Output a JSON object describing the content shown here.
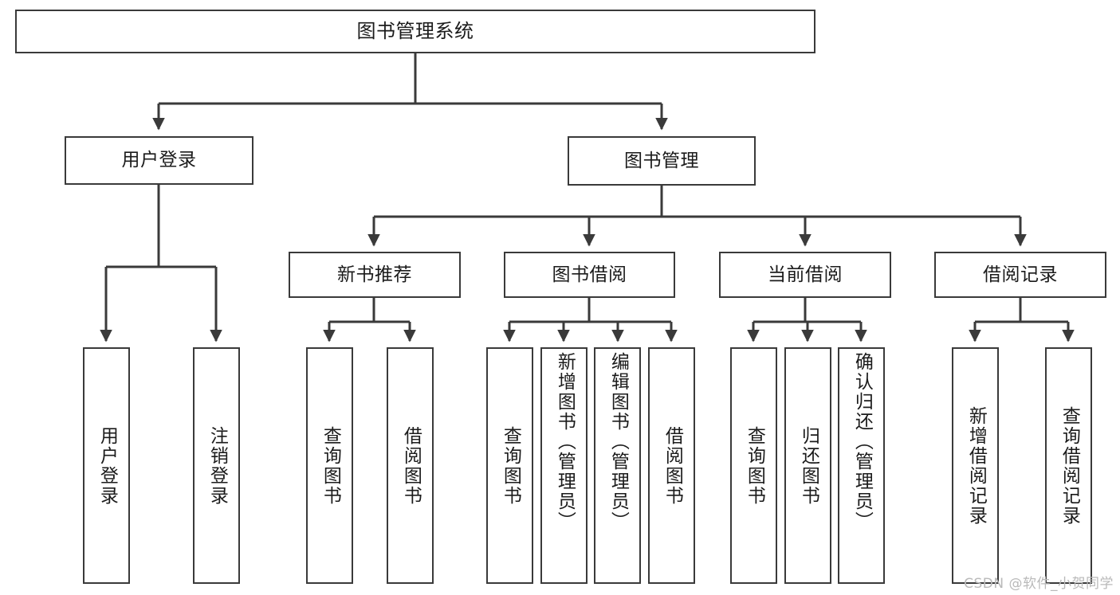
{
  "diagram": {
    "title": "图书管理系统",
    "type": "function-structure-tree",
    "watermark": "CSDN @软件_小贺同学",
    "line_color": "#3a3a3a",
    "box_fill": "#ffffff",
    "text_color": "#1b1b1b",
    "watermark_color": "#b9b9b9",
    "levels": {
      "level0": [
        {
          "id": "root",
          "label": "图书管理系统"
        }
      ],
      "level1": [
        {
          "id": "user-login",
          "label": "用户登录",
          "parent": "root"
        },
        {
          "id": "book-manage",
          "label": "图书管理",
          "parent": "root"
        }
      ],
      "level2": [
        {
          "id": "new-book-rec",
          "label": "新书推荐",
          "parent": "book-manage"
        },
        {
          "id": "book-borrow",
          "label": "图书借阅",
          "parent": "book-manage"
        },
        {
          "id": "current-borrow",
          "label": "当前借阅",
          "parent": "book-manage"
        },
        {
          "id": "borrow-record",
          "label": "借阅记录",
          "parent": "book-manage"
        }
      ],
      "level3": [
        {
          "id": "leaf-user-login",
          "label": "用户登录",
          "parent": "user-login"
        },
        {
          "id": "leaf-logout",
          "label": "注销登录",
          "parent": "user-login"
        },
        {
          "id": "leaf-query-book-1",
          "label": "查询图书",
          "parent": "new-book-rec"
        },
        {
          "id": "leaf-borrow-book-1",
          "label": "借阅图书",
          "parent": "new-book-rec"
        },
        {
          "id": "leaf-query-book-2",
          "label": "查询图书",
          "parent": "book-borrow"
        },
        {
          "id": "leaf-add-book",
          "label": "新增图书（管理员）",
          "parent": "book-borrow"
        },
        {
          "id": "leaf-edit-book",
          "label": "编辑图书（管理员）",
          "parent": "book-borrow"
        },
        {
          "id": "leaf-borrow-book-2",
          "label": "借阅图书",
          "parent": "book-borrow"
        },
        {
          "id": "leaf-query-book-3",
          "label": "查询图书",
          "parent": "current-borrow"
        },
        {
          "id": "leaf-return-book",
          "label": "归还图书",
          "parent": "current-borrow"
        },
        {
          "id": "leaf-confirm-return",
          "label": "确认归还（管理员）",
          "parent": "current-borrow"
        },
        {
          "id": "leaf-add-record",
          "label": "新增借阅记录",
          "parent": "borrow-record"
        },
        {
          "id": "leaf-query-record",
          "label": "查询借阅记录",
          "parent": "borrow-record"
        }
      ]
    }
  }
}
